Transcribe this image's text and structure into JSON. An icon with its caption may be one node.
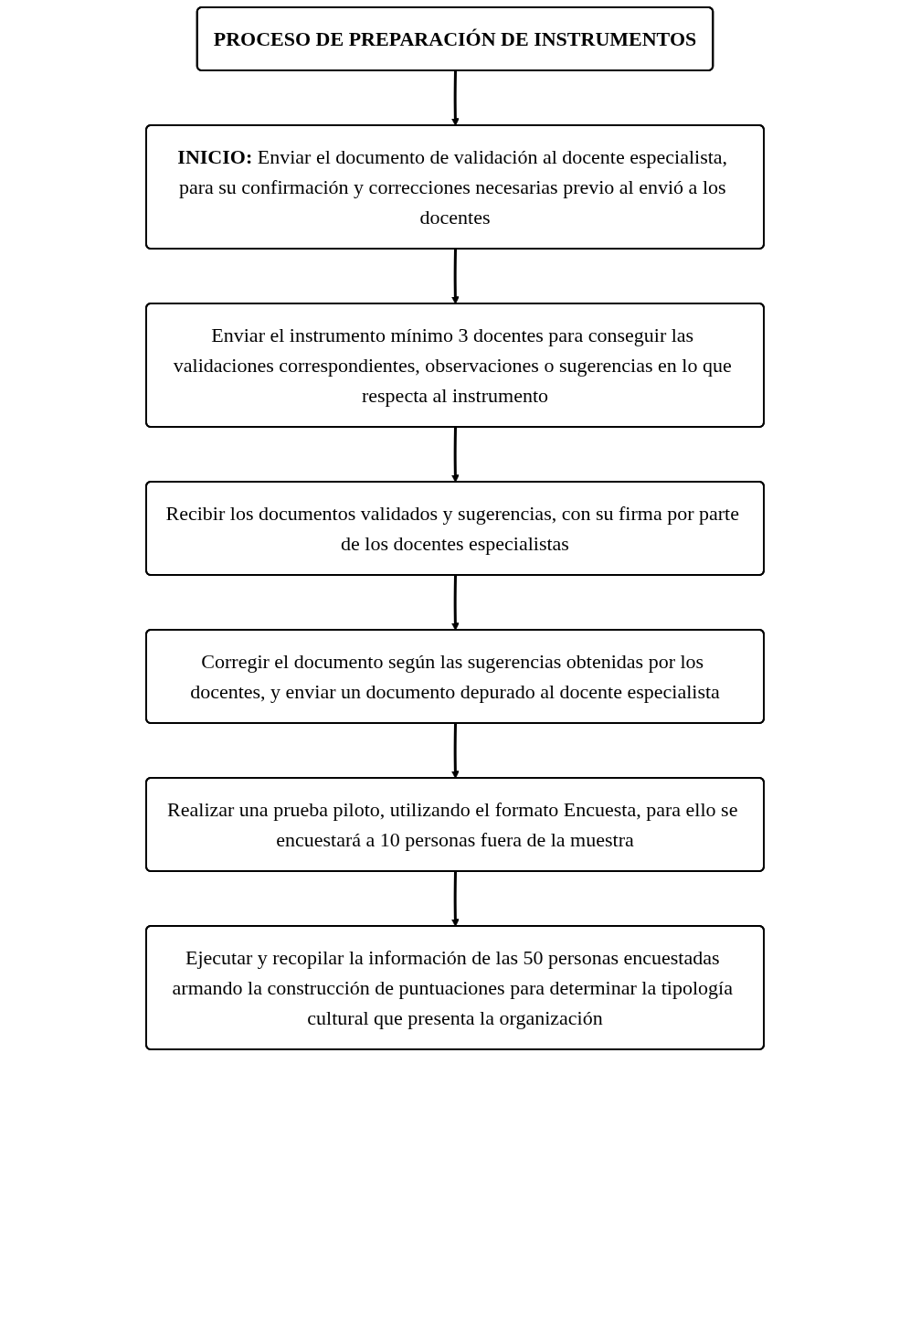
{
  "diagram": {
    "nodes": [
      {
        "text": [
          "PROCESO DE PREPARACIÓN DE INSTRUMENTOS"
        ]
      },
      {
        "text": [
          "**INICIO:** Enviar el documento de validación al docente especialista, para su confirmación y correcciones necesarias previo al envió a los docentes"
        ]
      },
      {
        "text": [
          "Enviar el instrumento mínimo 3 docentes para conseguir las validaciones correspondientes, observaciones o sugerencias en lo que respecta al instrumento"
        ]
      },
      {
        "text": [
          "Recibir los documentos validados y sugerencias, con su firma por parte de los docentes especialistas"
        ]
      },
      {
        "text": [
          "Corregir el documento según las sugerencias obtenidas por los docentes, y enviar un documento depurado al docente especialista"
        ]
      },
      {
        "text": [
          "Realizar una prueba piloto, utilizando el formato Encuesta, para ello se encuestará a 10 personas fuera de la muestra"
        ]
      },
      {
        "text": [
          "Ejecutar y recopilar la información de las 50 personas encuestadas armando la construcción de puntuaciones para determinar la tipología cultural que presenta la organización"
        ]
      }
    ],
    "edges": [
      {
        "from": 0,
        "to": 1,
        "arrow": "to"
      },
      {
        "from": 1,
        "to": 2,
        "arrow": "to"
      },
      {
        "from": 2,
        "to": 3,
        "arrow": "to"
      },
      {
        "from": 3,
        "to": 4,
        "arrow": "to"
      },
      {
        "from": 4,
        "to": 5,
        "arrow": "to"
      },
      {
        "from": 5,
        "to": 6,
        "arrow": "to"
      }
    ]
  }
}
